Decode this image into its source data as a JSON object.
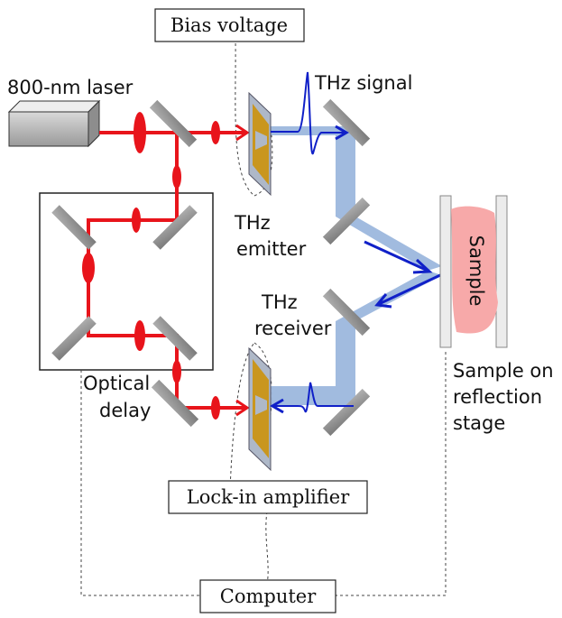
{
  "labels": {
    "bias_voltage": "Bias voltage",
    "laser": "800-nm laser",
    "thz_signal": "THz signal",
    "emitter_line1": "THz",
    "emitter_line2": "emitter",
    "receiver_line1": "THz",
    "receiver_line2": "receiver",
    "optical_line1": "Optical",
    "optical_line2": "delay",
    "sample": "Sample",
    "stage_line1": "Sample on",
    "stage_line2": "reflection",
    "stage_line3": "stage",
    "lockin": "Lock-in amplifier",
    "computer": "Computer"
  },
  "colors": {
    "laser_beam": "#e8141b",
    "thz_beam": "#9db8de",
    "thz_pulse": "#1020c8",
    "antenna": "#c9961e",
    "sample_fill": "#f7a9a9",
    "mirror": "#8a8a8a"
  }
}
